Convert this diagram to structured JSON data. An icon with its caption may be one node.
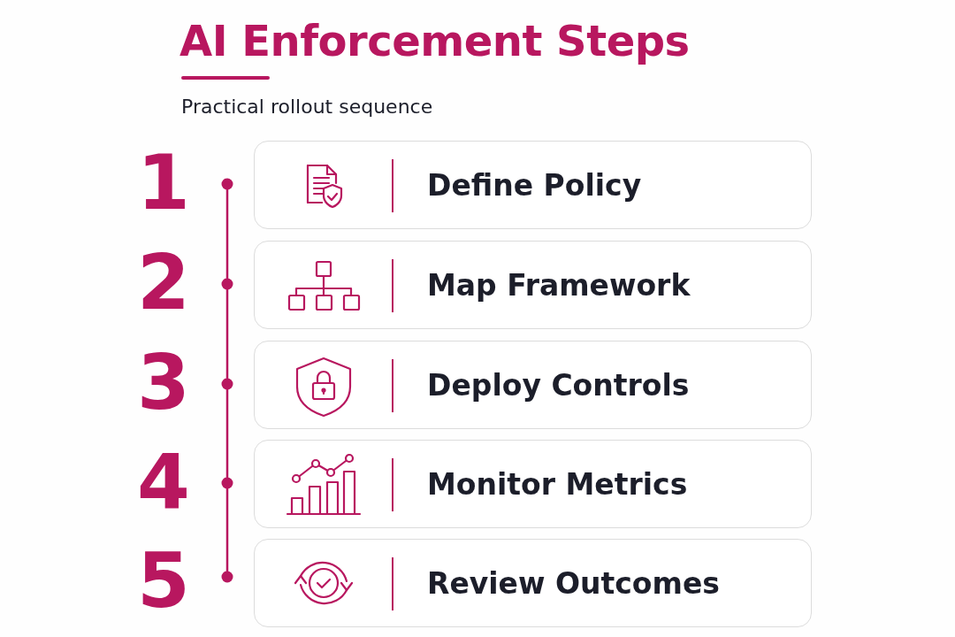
{
  "diagram": {
    "title": "AI Enforcement Steps",
    "nodes": [
      {
        "text": [
          "Define Policy"
        ],
        "beside": [
          "1"
        ]
      },
      {
        "text": [
          "Map Framework"
        ],
        "beside": [
          "2"
        ]
      },
      {
        "text": [
          "Deploy Controls"
        ],
        "beside": [
          "3"
        ]
      },
      {
        "text": [
          "Monitor Metrics"
        ],
        "beside": [
          "4"
        ]
      },
      {
        "text": [
          "Review Outcomes"
        ],
        "beside": [
          "5"
        ]
      }
    ],
    "edges": [],
    "labels": [
      "Practical rollout sequence"
    ]
  }
}
